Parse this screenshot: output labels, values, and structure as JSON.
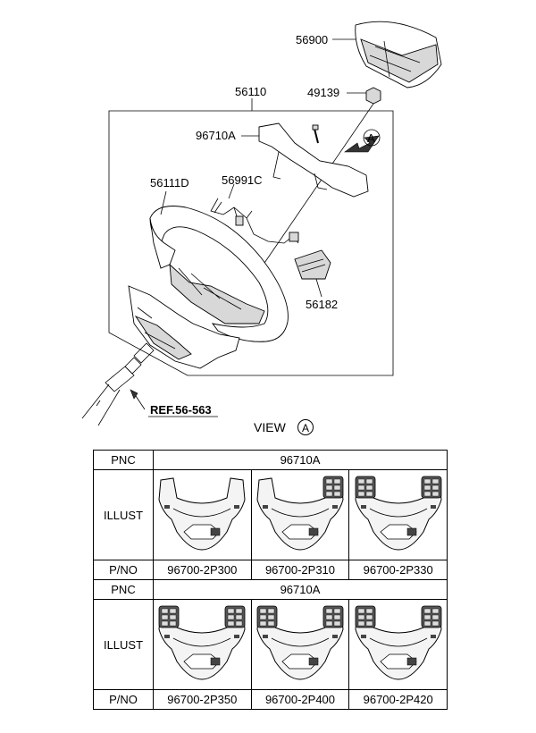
{
  "callouts": {
    "p56900": "56900",
    "p49139": "49139",
    "p56110": "56110",
    "p96710A": "96710A",
    "p56991C": "56991C",
    "p56111D": "56111D",
    "p56182": "56182",
    "ref": "REF.56-563",
    "view_marker": "A"
  },
  "view": {
    "title": "VIEW",
    "marker": "A"
  },
  "table": {
    "row_labels": {
      "pnc": "PNC",
      "illust": "ILLUST",
      "pno": "P/NO"
    },
    "groups": [
      {
        "pnc": "96710A",
        "items": [
          {
            "pno": "96700-2P300",
            "switches": "none"
          },
          {
            "pno": "96700-2P310",
            "switches": "right"
          },
          {
            "pno": "96700-2P330",
            "switches": "both"
          }
        ]
      },
      {
        "pnc": "96710A",
        "items": [
          {
            "pno": "96700-2P350",
            "switches": "both"
          },
          {
            "pno": "96700-2P400",
            "switches": "both"
          },
          {
            "pno": "96700-2P420",
            "switches": "both"
          }
        ]
      }
    ]
  }
}
